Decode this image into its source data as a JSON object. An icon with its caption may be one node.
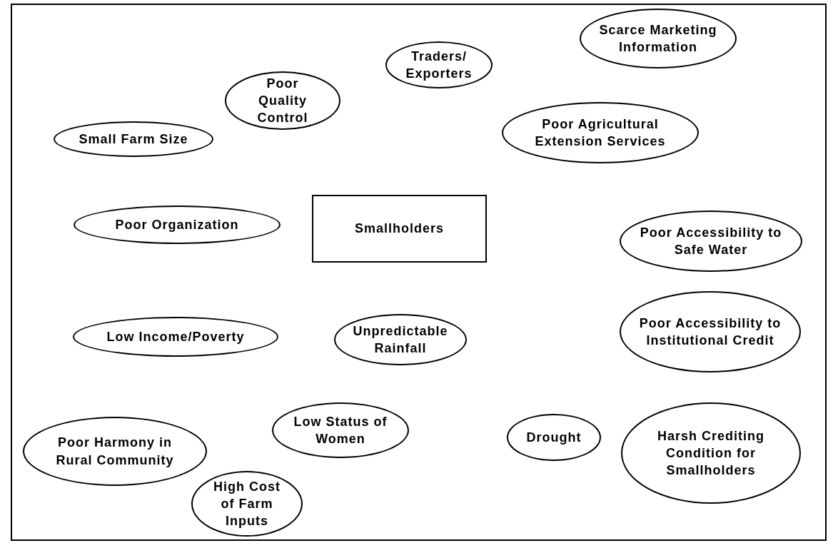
{
  "diagram": {
    "nodes": [
      {
        "text": [
          "Scarce Marketing Information"
        ]
      },
      {
        "text": [
          "Traders/ Exporters"
        ]
      },
      {
        "text": [
          "Poor Quality Control"
        ]
      },
      {
        "text": [
          "Small Farm Size"
        ]
      },
      {
        "text": [
          "Poor Agricultural Extension Services"
        ]
      },
      {
        "text": [
          "Poor Organization"
        ]
      },
      {
        "text": [
          "Smallholders"
        ]
      },
      {
        "text": [
          "Poor Accessibility to Safe Water"
        ]
      },
      {
        "text": [
          "Low Income/Poverty"
        ]
      },
      {
        "text": [
          "Unpredictable Rainfall"
        ]
      },
      {
        "text": [
          "Poor Accessibility to Institutional Credit"
        ]
      },
      {
        "text": [
          "Poor Harmony in Rural Community"
        ]
      },
      {
        "text": [
          "Low Status of Women"
        ]
      },
      {
        "text": [
          "Drought"
        ]
      },
      {
        "text": [
          "High Cost of Farm Inputs"
        ]
      },
      {
        "text": [
          "Harsh Crediting Condition for Smallholders"
        ]
      }
    ]
  }
}
